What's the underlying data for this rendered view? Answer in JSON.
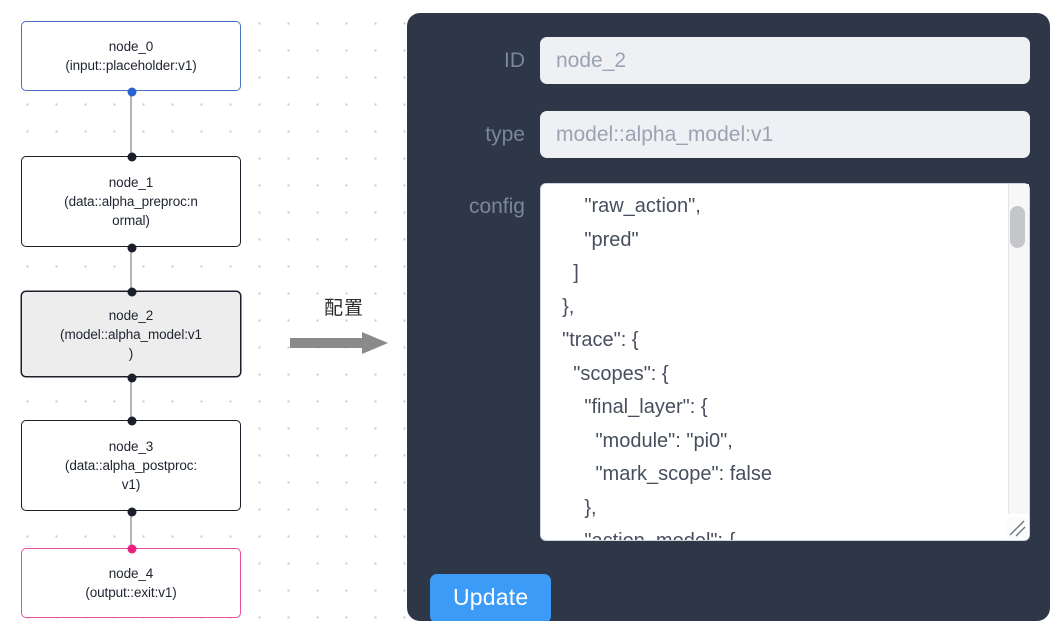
{
  "graph": {
    "nodes": [
      {
        "id": "node_0",
        "label": "node_0\n(input::placeholder:v1)",
        "kind": "input",
        "selected": false
      },
      {
        "id": "node_1",
        "label": "node_1\n(data::alpha_preproc:n\normal)",
        "kind": "default",
        "selected": false
      },
      {
        "id": "node_2",
        "label": "node_2\n(model::alpha_model:v1\n)",
        "kind": "default",
        "selected": true
      },
      {
        "id": "node_3",
        "label": "node_3\n(data::alpha_postproc:\nv1)",
        "kind": "default",
        "selected": false
      },
      {
        "id": "node_4",
        "label": "node_4\n(output::exit:v1)",
        "kind": "output",
        "selected": false
      }
    ],
    "colors": {
      "input_border": "#4a72c4",
      "output_border": "#e8519a",
      "default_border": "#1b1f2a",
      "selected_bg": "#ededed",
      "edge": "#b4b4b4",
      "handle": "#1b1f2a",
      "handle_input": "#2a63d0",
      "handle_output": "#ec1f7f"
    }
  },
  "annotation": {
    "text": "配置",
    "arrow": "right-arrow"
  },
  "panel": {
    "background": "#2e3748",
    "fields": [
      {
        "name": "id",
        "label": "ID",
        "value": "node_2"
      },
      {
        "name": "type",
        "label": "type",
        "value": "model::alpha_model:v1"
      }
    ],
    "config": {
      "label": "config",
      "value": "      \"raw_action\",\n      \"pred\"\n    ]\n  },\n  \"trace\": {\n    \"scopes\": {\n      \"final_layer\": {\n        \"module\": \"pi0\",\n        \"mark_scope\": false\n      },\n      \"action_model\": {"
    },
    "update_label": "Update",
    "update_color": "#3d9bf8"
  }
}
